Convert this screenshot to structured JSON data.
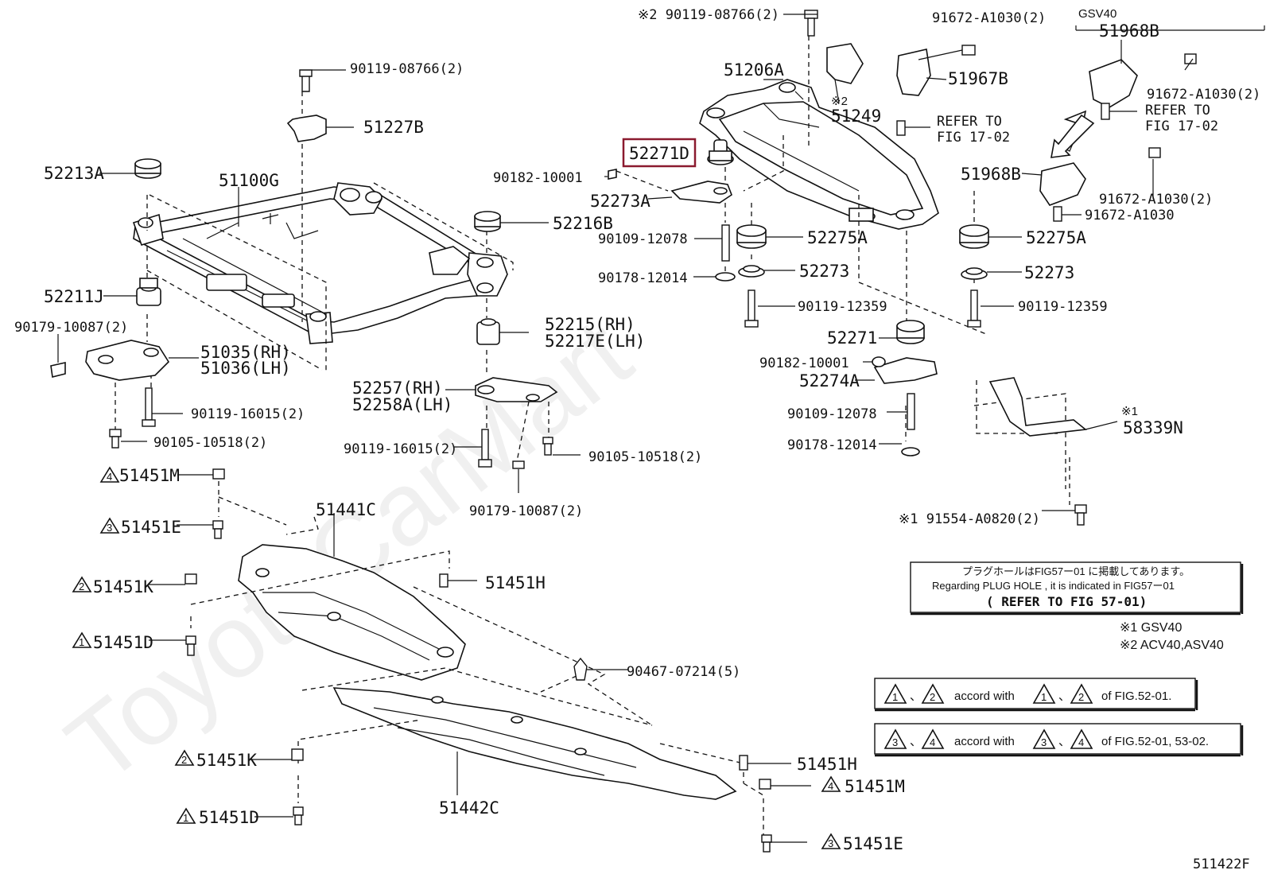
{
  "watermark": "ToyotaCarMart",
  "diagram_id": "511422F",
  "highlighted_part": "52271D",
  "labels": {
    "p90119_08766_top": "※2  90119-08766(2)",
    "p91672_a1030_2_top": "91672-A1030(2)",
    "gsv40_head": "GSV40",
    "p51968b_top": "51968B",
    "p90119_08766_left": "90119-08766(2)",
    "p51206a": "51206A",
    "p51967b": "51967B",
    "p91672_a1030_2_mid": "91672-A1030(2)",
    "refer_left_1": "REFER TO",
    "refer_left_2": "FIG 17-02",
    "refer_right_1": "REFER TO",
    "refer_right_2": "FIG 17-02",
    "note2_mark": "※2",
    "p51249": "51249",
    "p51227b": "51227B",
    "p52271d": "52271D",
    "p52213a": "52213A",
    "p51100g": "51100G",
    "p90182_10001_a": "90182-10001",
    "p52273a": "52273A",
    "p51968b_mid": "51968B",
    "p91672_a1030_2_low": "91672-A1030(2)",
    "p91672_a1030": "91672-A1030",
    "p52216b": "52216B",
    "p90109_12078_a": "90109-12078",
    "p52275a_left": "52275A",
    "p52275a_right": "52275A",
    "p52273_left": "52273",
    "p52273_right": "52273",
    "p90178_12014_a": "90178-12014",
    "p52211j": "52211J",
    "p90119_12359_left": "90119-12359",
    "p90119_12359_right": "90119-12359",
    "p90179_10087_2_left": "90179-10087(2)",
    "p52215": "52215(RH)",
    "p52217e": "52217E(LH)",
    "p51035": "51035(RH)",
    "p51036": "51036(LH)",
    "p52271": "52271",
    "p90182_10001_b": "90182-10001",
    "p52274a": "52274A",
    "p52257": "52257(RH)",
    "p52258a": "52258A(LH)",
    "p90119_16015_2_a": "90119-16015(2)",
    "p90109_12078_b": "90109-12078",
    "note1_mark_58339n": "※1",
    "p58339n": "58339N",
    "p90105_10518_2_a": "90105-10518(2)",
    "p90178_12014_b": "90178-12014",
    "p90119_16015_2_b": "90119-16015(2)",
    "p90105_10518_2_b": "90105-10518(2)",
    "p51451m_top": "51451M",
    "p90179_10087_2_mid": "90179-10087(2)",
    "p91554": "※1 91554-A0820(2)",
    "p51441c": "51441C",
    "p51451e_top": "51451E",
    "p51451h_top": "51451H",
    "p51451k_top": "51451K",
    "p51451d_top": "51451D",
    "p90467": "90467-07214(5)",
    "p51451k_bottom": "51451K",
    "p51451h_bottom": "51451H",
    "p51451m_bottom": "51451M",
    "p51442c": "51442C",
    "p51451d_bottom": "51451D",
    "p51451e_bottom": "51451E"
  },
  "triangle_numbers": {
    "t4_top": "4",
    "t3_top": "3",
    "t2_top": "2",
    "t1_top": "1",
    "t2_bottom": "2",
    "t4_bottom": "4",
    "t1_bottom": "1",
    "t3_bottom": "3",
    "n1a": "1",
    "n2a": "2",
    "n1b": "1",
    "n2b": "2",
    "n3a": "3",
    "n4a": "4",
    "n3b": "3",
    "n4b": "4"
  },
  "notice_box": {
    "line1": "プラグホールはFIG57ー01 に掲載してあります。",
    "line2": "Regarding  PLUG HOLE , it is indicated  in  FIG57ー01",
    "line3": "( REFER  TO  FIG  57-01)"
  },
  "legend": {
    "note1": "※1 GSV40",
    "note2": "※2 ACV40,ASV40"
  },
  "accord_boxes": {
    "box1_sep": "、",
    "box1_text": "accord with",
    "box1_sep2": "、",
    "box1_tail": "of FIG.52-01.",
    "box2_sep": "、",
    "box2_text": "accord with",
    "box2_sep2": "、",
    "box2_tail": "of FIG.52-01, 53-02."
  },
  "colors": {
    "highlight_box": "#8b1a2f",
    "line": "#111111",
    "background": "#ffffff"
  }
}
